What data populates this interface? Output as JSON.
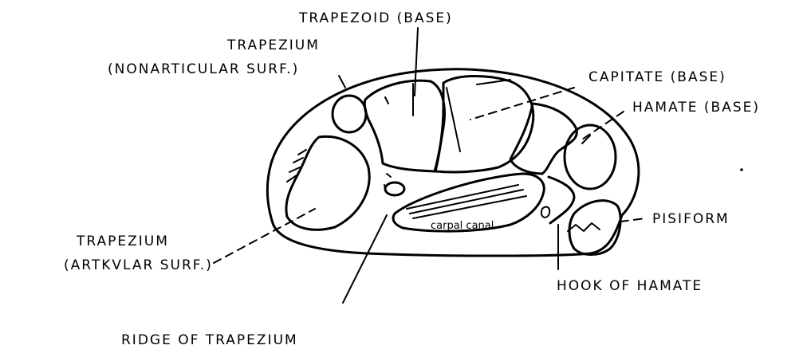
{
  "labels": {
    "trapezoid_base": "TRAPEZOID (BASE)",
    "trapezium_nonarticular_1": "TRAPEZIUM",
    "trapezium_nonarticular_2": "(NONARTICULAR SURF.)",
    "capitate_base": "CAPITATE (BASE)",
    "hamate_base": "HAMATE (BASE)",
    "pisiform": "PISIFORM",
    "trapezium_articular_1": "TRAPEZIUM",
    "trapezium_articular_2": "(ARTKVLAR SURF.)",
    "hook_of_hamate": "HOOK OF HAMATE",
    "ridge_of_trapezium": "RIDGE OF TRAPEZIUM",
    "carpal_canal": "carpal canal"
  }
}
